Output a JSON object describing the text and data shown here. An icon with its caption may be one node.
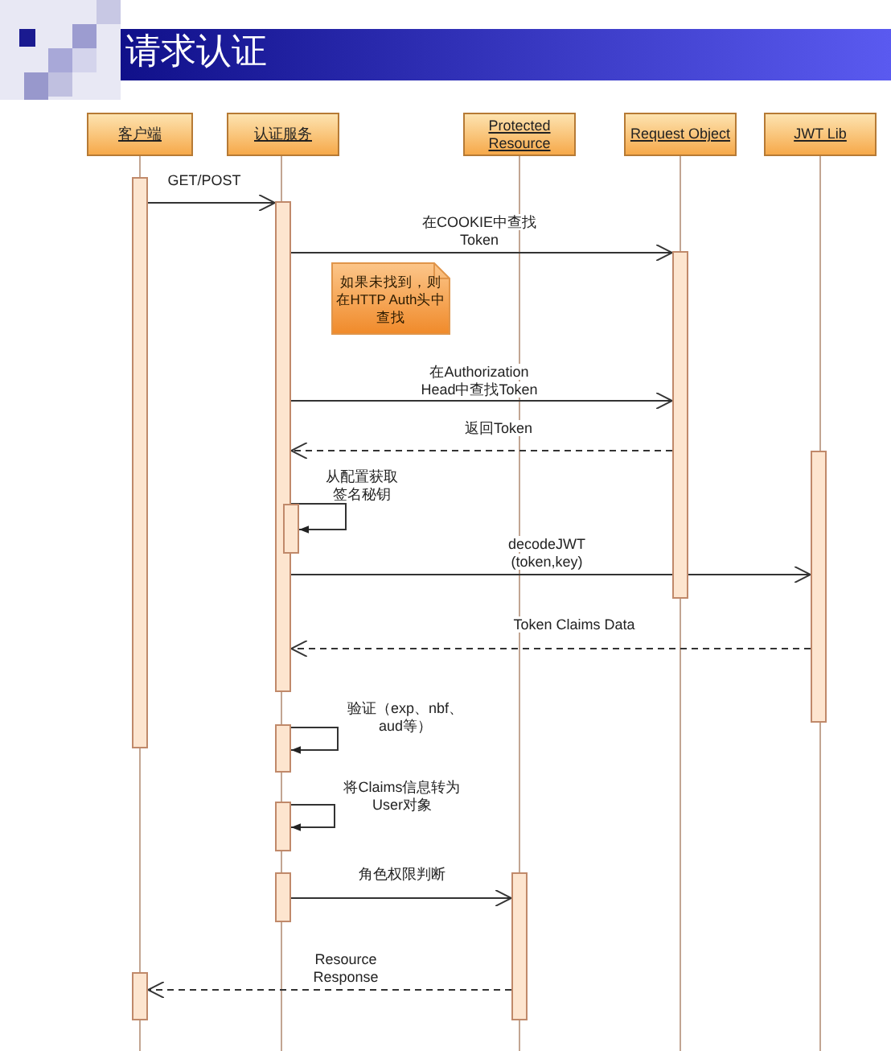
{
  "diagram": {
    "title": "请求认证",
    "nodes": [
      {
        "text": [
          "客户端"
        ]
      },
      {
        "text": [
          "认证服务"
        ]
      },
      {
        "text": [
          "Protected Resource"
        ]
      },
      {
        "text": [
          "Request Object"
        ]
      },
      {
        "text": [
          "JWT Lib"
        ]
      },
      {
        "text": [],
        "shape": "bar"
      },
      {
        "text": [],
        "shape": "bar"
      },
      {
        "text": [],
        "shape": "bar"
      },
      {
        "text": [
          "如果未找到，则在HTTP Auth头中查找"
        ]
      },
      {
        "text": [],
        "shape": "bar"
      },
      {
        "text": [],
        "shape": "bar"
      },
      {
        "text": [],
        "shape": "bar"
      },
      {
        "text": [],
        "shape": "bar"
      },
      {
        "text": [],
        "shape": "bar"
      },
      {
        "text": [],
        "shape": "bar"
      },
      {
        "text": [],
        "shape": "bar"
      }
    ],
    "edges": [
      {
        "from": 5,
        "to": 6,
        "arrow": "to",
        "label": "GET/POST"
      },
      {
        "from": 6,
        "to": 7,
        "arrow": "to",
        "label": "在COOKIE中查找 Token"
      },
      {
        "from": 6,
        "to": 7,
        "arrow": "to",
        "label": "在Authorization Head中查找Token"
      },
      {
        "from": 7,
        "to": 6,
        "arrow": "to",
        "label": "返回Token",
        "style": "dashed"
      },
      {
        "from": 6,
        "to": 9,
        "arrow": "to",
        "label": "从配置获取签名秘钥"
      },
      {
        "from": 6,
        "to": 10,
        "arrow": "to",
        "label": "decodeJWT (token,key)"
      },
      {
        "from": 10,
        "to": 6,
        "arrow": "to",
        "label": "Token Claims Data",
        "style": "dashed"
      },
      {
        "from": 11,
        "to": 11,
        "arrow": "to",
        "label": "验证（exp、nbf、aud等）"
      },
      {
        "from": 12,
        "to": 12,
        "arrow": "to",
        "label": "将Claims信息转为User对象"
      },
      {
        "from": 13,
        "to": 14,
        "arrow": "to",
        "label": "角色权限判断"
      },
      {
        "from": 14,
        "to": 15,
        "arrow": "to",
        "label": "Resource Response",
        "style": "dashed"
      }
    ]
  }
}
